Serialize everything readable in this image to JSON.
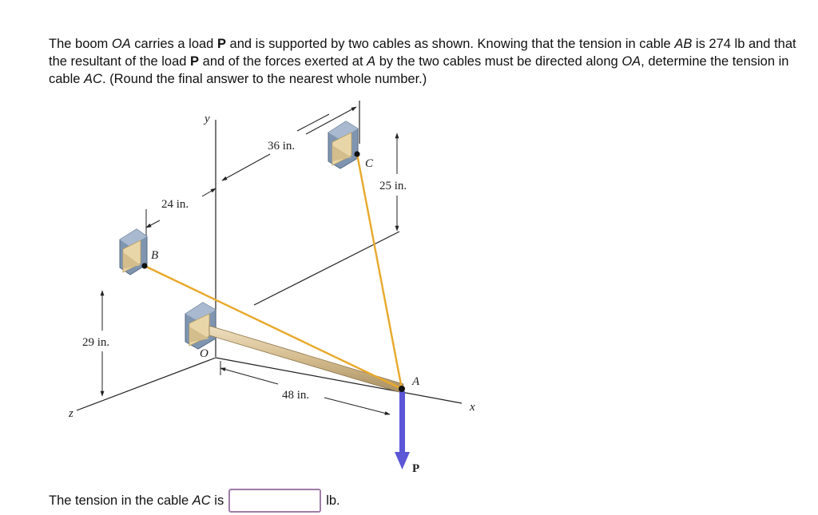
{
  "problem": {
    "p1": "The boom ",
    "oa": "OA",
    "p2": " carries a load ",
    "P": "P",
    "p3": " and is supported by two cables as shown. Knowing that the tension in cable ",
    "ab": "AB",
    "p4": " is 274 lb and that the resultant of the load ",
    "p5": " and of the forces exerted at ",
    "a": "A",
    "p6": " by the two cables must be directed along ",
    "p7": ", determine the tension in cable ",
    "ac": "AC",
    "p8": ". (Round the final answer to the nearest whole number.)"
  },
  "figure": {
    "labels": {
      "y_axis": "y",
      "x_axis": "x",
      "z_axis": "z",
      "point_B": "B",
      "point_C": "C",
      "point_O": "O",
      "point_A": "A",
      "load_P": "P",
      "dim_36": "36 in.",
      "dim_24": "24 in.",
      "dim_25": "25 in.",
      "dim_29": "29 in.",
      "dim_48": "48 in."
    },
    "colors": {
      "cable": "#e8a92a",
      "boom": "#d9c29a",
      "load_arrow": "#5b57d6",
      "support_block": "#8fa4bd",
      "support_face": "#e9d6a8"
    }
  },
  "answer": {
    "prefix": "The tension in the cable ",
    "cable": "AC",
    "mid": " is",
    "value": "",
    "unit": "lb."
  }
}
